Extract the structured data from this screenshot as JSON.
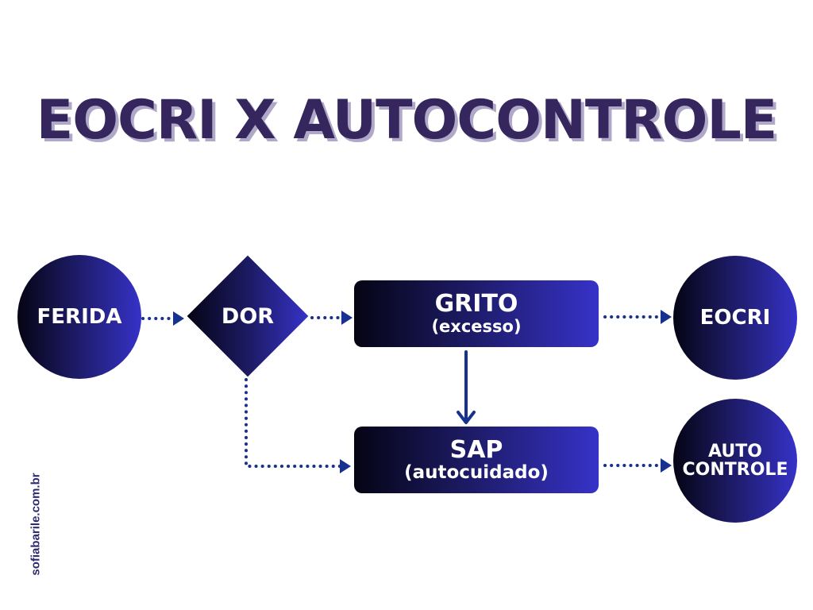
{
  "title": "EOCRI X AUTOCONTROLE",
  "nodes": {
    "ferida": {
      "label": "FERIDA",
      "shape": "circle"
    },
    "dor": {
      "label": "DOR",
      "shape": "diamond"
    },
    "grito": {
      "label": "GRITO",
      "sublabel": "(excesso)",
      "shape": "rounded-rectangle"
    },
    "sap": {
      "label": "SAP",
      "sublabel": "(autocuidado)",
      "shape": "rounded-rectangle"
    },
    "eocri": {
      "label": "EOCRI",
      "shape": "circle"
    },
    "autocontrole": {
      "label_line1": "AUTO",
      "label_line2": "CONTROLE",
      "shape": "circle"
    }
  },
  "edges": [
    {
      "from": "FERIDA",
      "to": "DOR",
      "style": "dotted"
    },
    {
      "from": "DOR",
      "to": "GRITO",
      "style": "dotted"
    },
    {
      "from": "DOR",
      "to": "SAP",
      "style": "dotted"
    },
    {
      "from": "GRITO",
      "to": "SAP",
      "style": "solid"
    },
    {
      "from": "GRITO",
      "to": "EOCRI",
      "style": "dotted"
    },
    {
      "from": "SAP",
      "to": "AUTOCONTROLE",
      "style": "dotted"
    }
  ],
  "colors": {
    "title": "#35265e",
    "title_shadow": "#b0a8c8",
    "gradient_start": "#050414",
    "gradient_end": "#3632c8",
    "connector": "#17318e"
  },
  "credit": "sofiabarile.com.br"
}
